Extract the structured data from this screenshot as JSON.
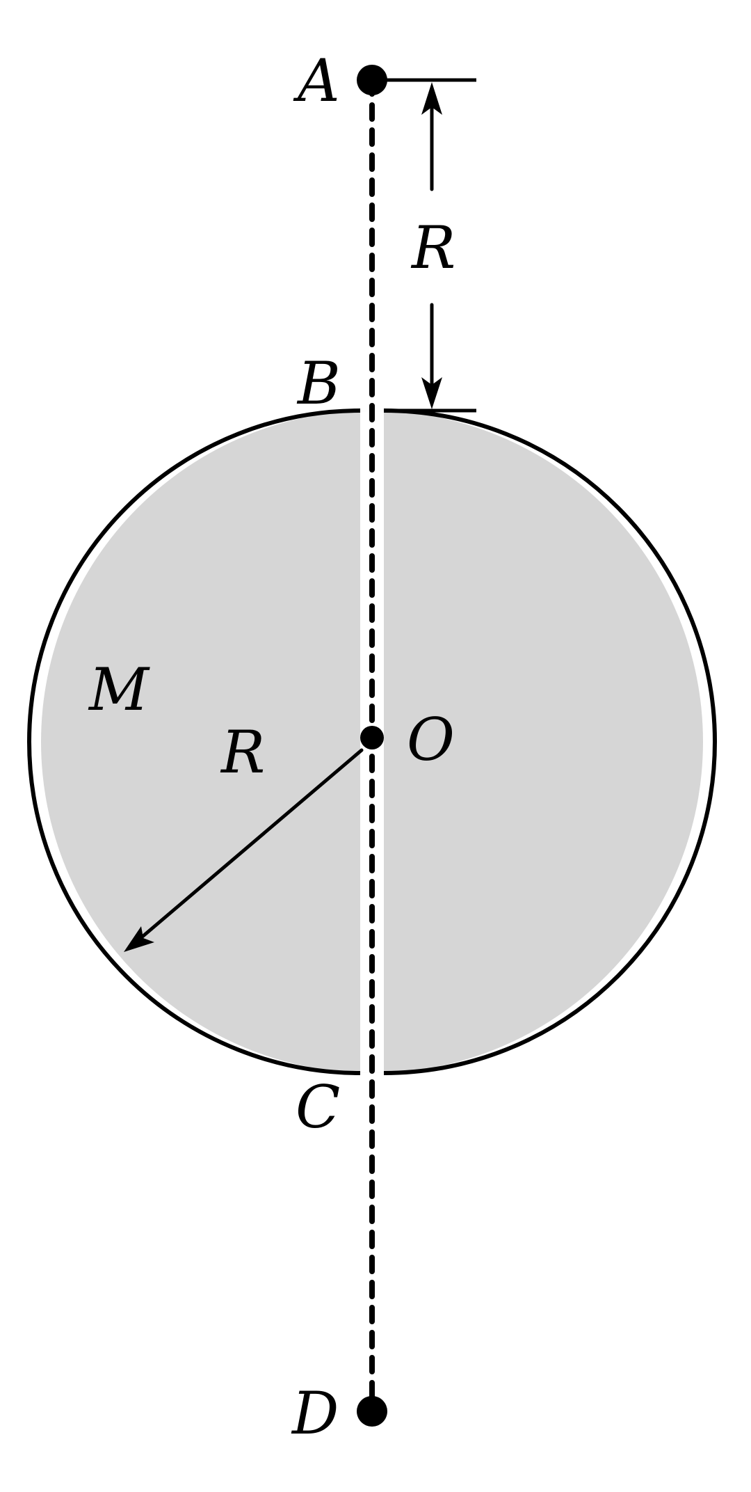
{
  "diagram": {
    "labels": {
      "a": "A",
      "b": "B",
      "c": "C",
      "d": "D",
      "o": "O",
      "m": "M",
      "r_dimension": "R",
      "r_radius": "R"
    },
    "colors": {
      "sphere_fill": "#d6d6d6",
      "tunnel": "#ffffff",
      "stroke": "#000000",
      "background": "#ffffff"
    }
  }
}
